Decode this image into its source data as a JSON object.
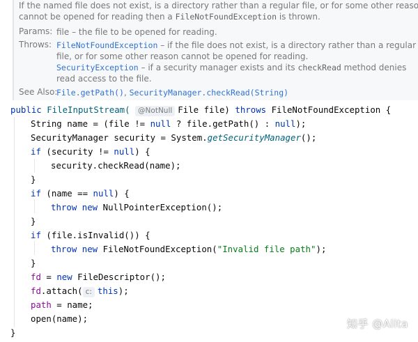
{
  "doc": {
    "intro_line1_a": "If the named file does not exist, is a directory rather than a regular file, or for some other reason",
    "intro_line2_a": "cannot be opened for reading then a ",
    "intro_line2_code": "FileNotFoundException",
    "intro_line2_b": " is thrown.",
    "params_label": "Params:",
    "params_text": "file – the file to be opened for reading.",
    "throws_label": "Throws:",
    "throws1_link": "FileNotFoundException",
    "throws1_line1_text": " – if the file does not exist, is a directory rather than a regular",
    "throws1_line2": "file, or for some other reason cannot be opened for reading.",
    "throws2_link": "SecurityException",
    "throws2_line1_a": " – if a security manager exists and its ",
    "throws2_line1_code": "checkRead",
    "throws2_line1_b": " method denies",
    "throws2_line2": "read access to the file.",
    "seealso_label": "See Also:",
    "seealso_link1": "File.getPath()",
    "seealso_sep": ", ",
    "seealso_link2": "SecurityManager.checkRead(String)"
  },
  "code": {
    "l1": {
      "kw": "public ",
      "name": "FileInputStream(",
      "hint": "@NotNull",
      "rest": "File file) ",
      "throws_kw": "throws",
      "rest2": " FileNotFoundException {"
    },
    "l2": {
      "a": "String name = (file != ",
      "null1": "null",
      "b": " ? file.getPath() : ",
      "null2": "null",
      "c": ");"
    },
    "l3": {
      "a": "SecurityManager security = System.",
      "call": "getSecurityManager",
      "b": "();"
    },
    "l4": {
      "kw": "if",
      "a": " (security != ",
      "null": "null",
      "b": ") {"
    },
    "l5": {
      "a": "security.checkRead(name);"
    },
    "l6": {
      "a": "}"
    },
    "l7": {
      "kw": "if",
      "a": " (name == ",
      "null": "null",
      "b": ") {"
    },
    "l8": {
      "kw1": "throw ",
      "kw2": "new",
      "a": " NullPointerException();"
    },
    "l9": {
      "a": "}"
    },
    "l10": {
      "kw": "if",
      "a": " (file.isInvalid()) {"
    },
    "l11": {
      "kw1": "throw ",
      "kw2": "new",
      "a": " FileNotFoundException(",
      "str": "\"Invalid file path\"",
      "b": ");"
    },
    "l12": {
      "a": "}"
    },
    "l13": {
      "fld": "fd",
      "a": " = ",
      "kw": "new",
      "b": " FileDescriptor();"
    },
    "l14": {
      "fld": "fd",
      "a": ".attach(",
      "hint": "c:",
      "kw": "this",
      "b": ");"
    },
    "l15": {
      "fld": "path",
      "a": " = name;"
    },
    "l16": {
      "a": "open(name);"
    },
    "l17": {
      "a": "}"
    }
  },
  "watermark": "知乎 @Alita",
  "colors": {
    "keyword": "#0033b3",
    "field": "#871094",
    "string": "#067d17",
    "link": "#2f72d0",
    "doc_bg": "#f7f8fa"
  }
}
